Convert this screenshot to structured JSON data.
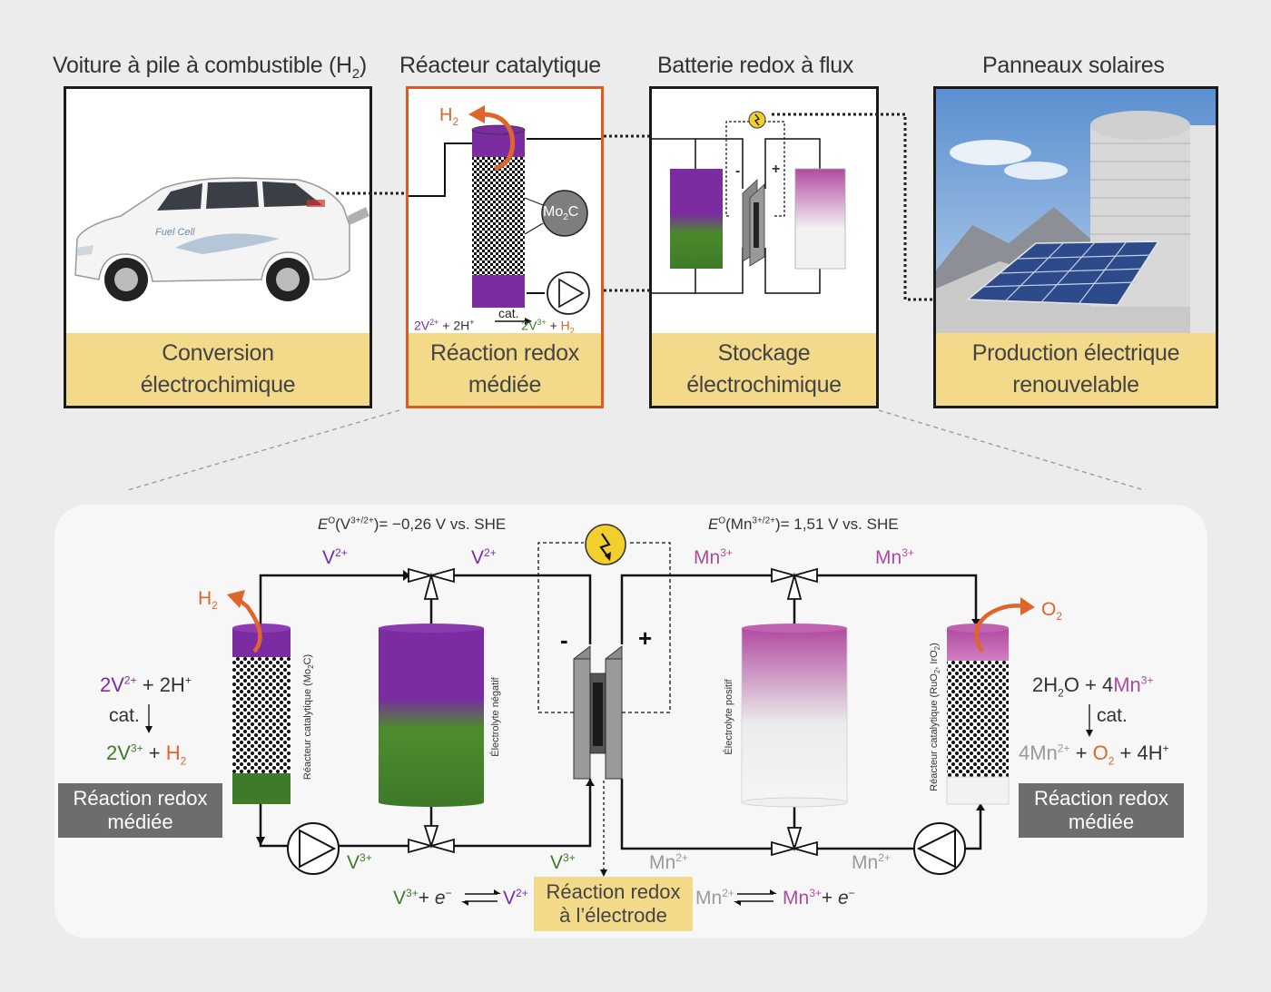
{
  "top": {
    "titles": {
      "car": "Voiture à pile à combustible (H",
      "car_sub": "2",
      "car_end": ")",
      "reactor": "Réacteur catalytique",
      "battery": "Batterie redox à flux",
      "solar": "Panneaux solaires"
    },
    "labels": {
      "car": [
        "Conversion",
        "électrochimique"
      ],
      "reactor": [
        "Réaction redox",
        "médiée"
      ],
      "battery": [
        "Stockage",
        "électrochimique"
      ],
      "solar": [
        "Production électrique",
        "renouvelable"
      ]
    },
    "reactor_texts": {
      "h2": "H",
      "h2_sub": "2",
      "catalyst": "Mo",
      "catalyst_sub": "2",
      "catalyst_end": "C",
      "cat": "cat.",
      "eq_left": "2V",
      "eq_left_sup": "2+",
      "eq_plus": "+ 2H",
      "eq_plus_sup": "+",
      "eq_right": "2V",
      "eq_right_sup": "3+",
      "eq_plus2": "+",
      "eq_h2": "H",
      "eq_h2_sub": "2"
    },
    "battery_texts": {
      "minus": "-",
      "plus": "+"
    },
    "car_badge": "Fuel Cell"
  },
  "bottom": {
    "potential_left": {
      "prefix": "E",
      "sup0": "O",
      "open": "(V",
      "sup": "3+/2+",
      "close": ")= −0,26 V vs. SHE"
    },
    "potential_right": {
      "prefix": "E",
      "sup0": "O",
      "open": "(Mn",
      "sup": "3+/2+",
      "close": ")= 1,51 V vs. SHE"
    },
    "ion_labels": {
      "v2": "V",
      "v2_sup": "2+",
      "v3": "V",
      "v3_sup": "3+",
      "mn3": "Mn",
      "mn3_sup": "3+",
      "mn2": "Mn",
      "mn2_sup": "2+",
      "h2": "H",
      "h2_sub": "2",
      "o2": "O",
      "o2_sub": "2"
    },
    "vertical_labels": {
      "left_reactor": "Réacteur catalytique (Mo",
      "left_reactor_sub": "2",
      "left_reactor_end": "C)",
      "neg": "Électrolyte négatif",
      "pos": "Électrolyte positif",
      "right_reactor": "Réacteur catalytique (RuO",
      "right_reactor_sub": "2",
      "right_reactor_end": ", IrO",
      "right_reactor_sub2": "2",
      "right_reactor_end2": ")"
    },
    "left_eq": {
      "line1a": "2V",
      "line1a_sup": "2+",
      "line1b": "+ 2H",
      "line1b_sup": "+",
      "cat": "cat.",
      "line2a": "2V",
      "line2a_sup": "3+",
      "line2b": "+",
      "line2c": "H",
      "line2c_sub": "2"
    },
    "right_eq": {
      "line1a": "2H",
      "line1a_sub": "2",
      "line1b": "O + 4",
      "line1c": "Mn",
      "line1c_sup": "3+",
      "cat": "cat.",
      "line2a": "4Mn",
      "line2a_sup": "2+",
      "line2b": "+",
      "line2c": "O",
      "line2c_sub": "2",
      "line2d": "+ 4H",
      "line2d_sup": "+"
    },
    "boxes": {
      "left": [
        "Réaction redox",
        "médiée"
      ],
      "right": [
        "Réaction redox",
        "médiée"
      ],
      "center": [
        "Réaction redox",
        "à l’électrode"
      ]
    },
    "electrode_eq_left": {
      "a": "V",
      "a_sup": "3+",
      "b": "+ ",
      "e": "e",
      "e_sup": "−",
      "c": "V",
      "c_sup": "2+"
    },
    "electrode_eq_right": {
      "a": "Mn",
      "a_sup": "2+",
      "b": "Mn",
      "b_sup": "3+",
      "c": "+ ",
      "e": "e",
      "e_sup": "−"
    },
    "cell_signs": {
      "minus": "-",
      "plus": "+"
    }
  },
  "colors": {
    "purple": "#7a2ca0",
    "green": "#3f7a2a",
    "orange": "#e0652a",
    "magenta": "#b04aa0",
    "yellow_box": "#f3d98a",
    "grey_box": "#6d6d6d"
  }
}
